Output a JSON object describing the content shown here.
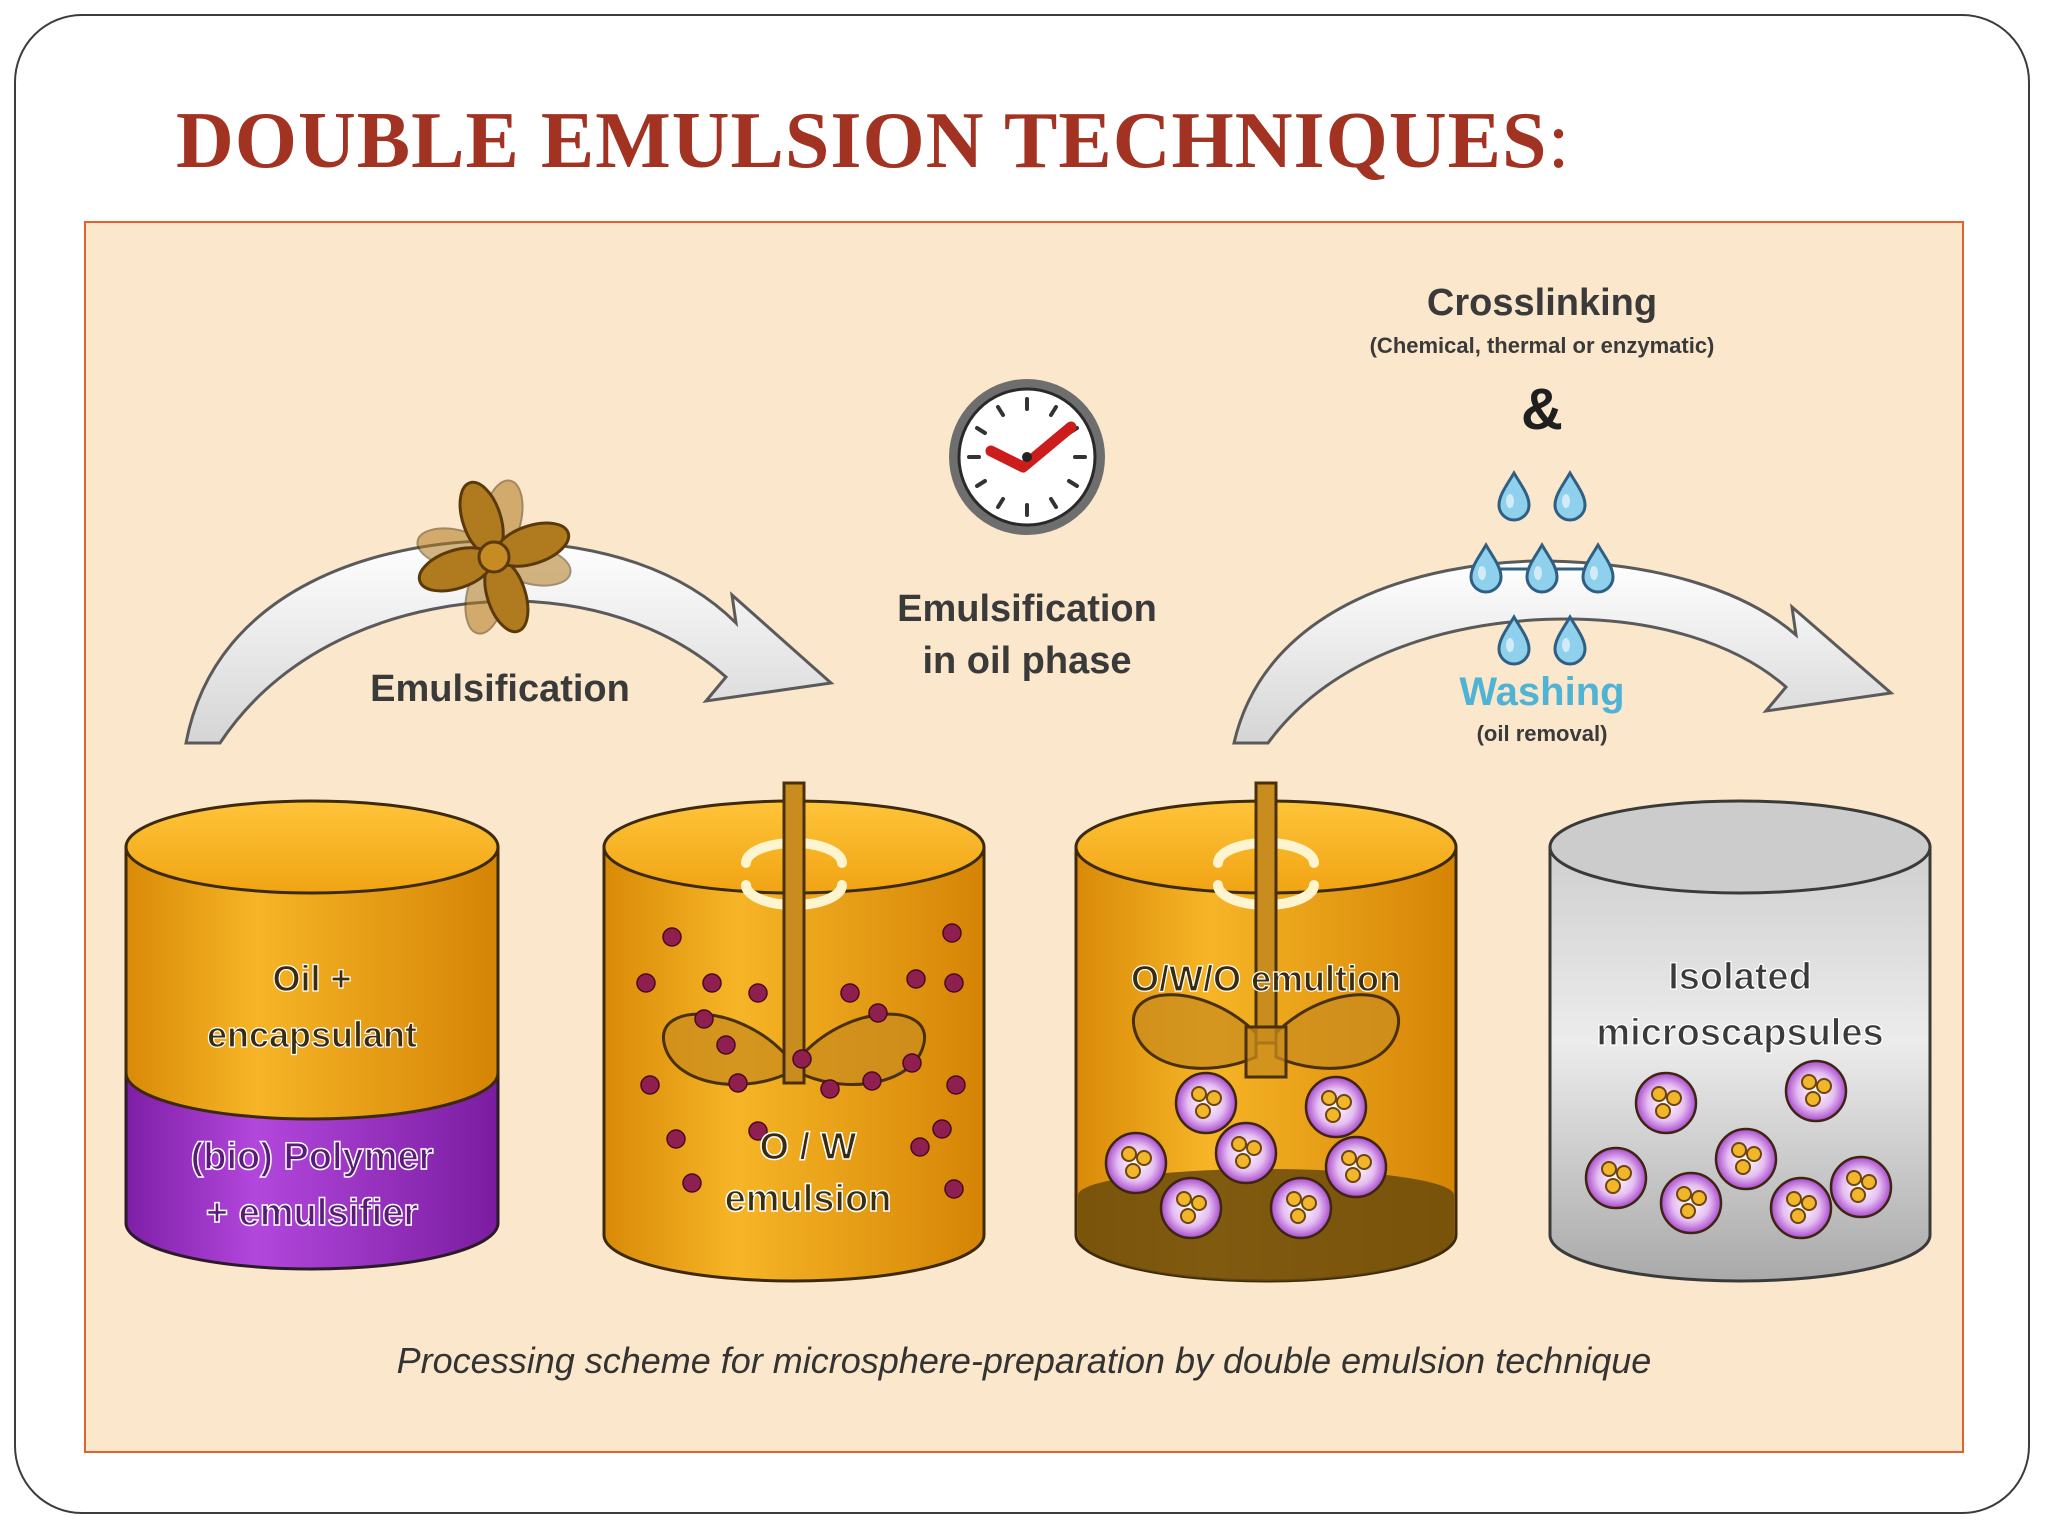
{
  "slide": {
    "title": "DOUBLE EMULSION TECHNIQUES",
    "title_colon": ":"
  },
  "diagram": {
    "steps": {
      "emulsification": "Emulsification",
      "oil_phase_line1": "Emulsification",
      "oil_phase_line2": "in oil phase",
      "crosslinking": "Crosslinking",
      "crosslinking_detail": "(Chemical, thermal or enzymatic)",
      "ampersand": "&",
      "washing": "Washing",
      "washing_detail": "(oil removal)"
    },
    "vessels": {
      "v1_top_line1": "Oil +",
      "v1_top_line2": "encapsulant",
      "v1_bottom_line1": "(bio) Polymer",
      "v1_bottom_line2": "+ emulsifier",
      "v2_line1": "O / W",
      "v2_line2": "emulsion",
      "v3_label": "O/W/O emultion",
      "v4_line1": "Isolated",
      "v4_line2": "microscapsules"
    },
    "caption": "Processing scheme for microsphere-preparation by double emulsion technique",
    "colors": {
      "title": "#a23222",
      "panel_bg": "#fbe7cc",
      "panel_border": "#e1622f",
      "oil": "#f2a914",
      "polymer": "#9b2fc2",
      "droplet": "#8e1f4e",
      "washing_text": "#4fb3d6",
      "clock_hand": "#cc1c1c"
    },
    "icons": [
      "propeller-icon",
      "clock-icon",
      "water-drops-icon",
      "curved-arrow-icon",
      "stirrer-icon"
    ]
  }
}
